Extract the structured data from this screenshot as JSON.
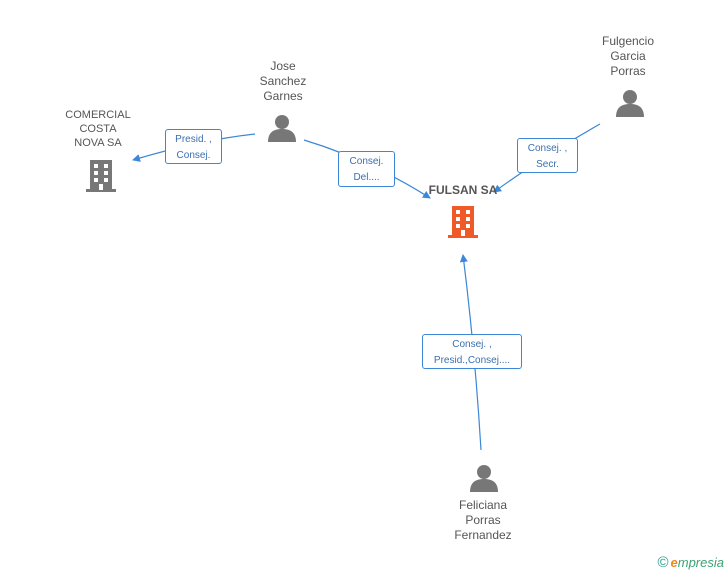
{
  "nodes": {
    "jose": {
      "label": "Jose\nSanchez\nGarnes",
      "icon": "person-icon"
    },
    "fulgencio": {
      "label": "Fulgencio\nGarcia\nPorras",
      "icon": "person-icon"
    },
    "comercial": {
      "label": "COMERCIAL\nCOSTA\nNOVA SA",
      "icon": "building-icon"
    },
    "fulsan": {
      "label": "FULSAN SA",
      "icon": "building-icon",
      "highlight_color": "#f05a28"
    },
    "feliciana": {
      "label": "Feliciana\nPorras\nFernandez",
      "icon": "person-icon"
    }
  },
  "edges": {
    "jose_comercial": "Presid. ,\nConsej.",
    "jose_fulsan": "Consej.\nDel....",
    "fulgencio_fulsan": "Consej. ,\nSecr.",
    "feliciana_fulsan": "Consej. ,\nPresid.,Consej...."
  },
  "footer": {
    "copyright": "©",
    "brand_e": "e",
    "brand_rest": "mpresia"
  },
  "colors": {
    "edge": "#3c87d8",
    "person": "#777777",
    "building": "#777777",
    "main_building": "#f05a28"
  }
}
